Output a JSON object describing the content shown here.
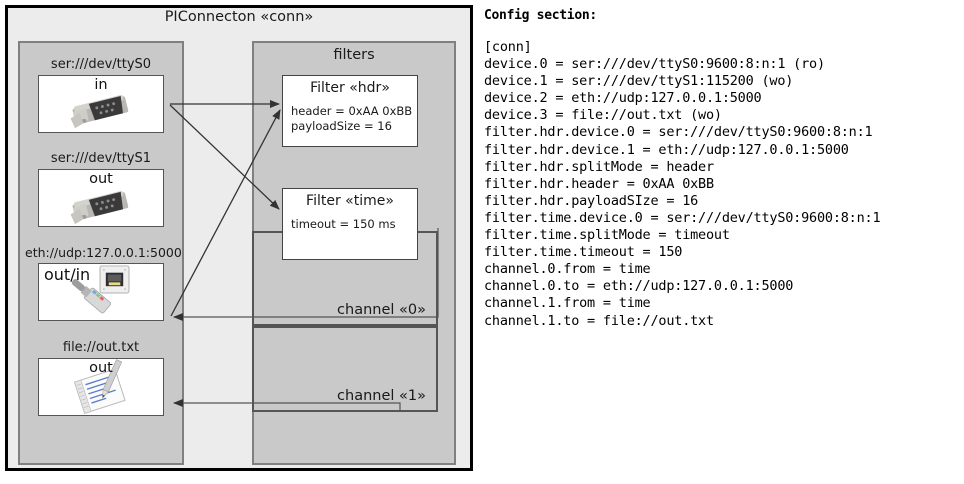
{
  "diagram": {
    "title": "PIConnecton «conn»",
    "devices_panel": {
      "name": "devices-panel",
      "items": [
        {
          "caption": "ser:///dev/ttyS0",
          "label": "in",
          "icon": "serial-port-icon"
        },
        {
          "caption": "ser:///dev/ttyS1",
          "label": "out",
          "icon": "serial-port-icon"
        },
        {
          "caption": "eth://udp:127.0.0.1:5000",
          "label": "out/in",
          "icon": "ethernet-jack-icon"
        },
        {
          "caption": "file://out.txt",
          "label": "out",
          "icon": "text-file-pencil-icon"
        }
      ]
    },
    "filters_panel": {
      "title": "filters",
      "filters": [
        {
          "title": "Filter «hdr»",
          "props": [
            "header = 0xAA 0xBB",
            "payloadSize = 16"
          ]
        },
        {
          "title": "Filter «time»",
          "props": [
            "timeout = 150 ms"
          ]
        }
      ]
    },
    "channels": [
      {
        "label": "channel «0»"
      },
      {
        "label": "channel «1»"
      }
    ]
  },
  "config": {
    "heading": "Config section:",
    "lines": [
      "[conn]",
      "device.0 = ser:///dev/ttyS0:9600:8:n:1 (ro)",
      "device.1 = ser:///dev/ttyS1:115200 (wo)",
      "device.2 = eth://udp:127.0.0.1:5000",
      "device.3 = file://out.txt (wo)",
      "filter.hdr.device.0 = ser:///dev/ttyS0:9600:8:n:1",
      "filter.hdr.device.1 = eth://udp:127.0.0.1:5000",
      "filter.hdr.splitMode = header",
      "filter.hdr.header = 0xAA 0xBB",
      "filter.hdr.payloadSIze = 16",
      "filter.time.device.0 = ser:///dev/ttyS0:9600:8:n:1",
      "filter.time.splitMode = timeout",
      "filter.time.timeout = 150",
      "channel.0.from = time",
      "channel.0.to = eth://udp:127.0.0.1:5000",
      "channel.1.from = time",
      "channel.1.to = file://out.txt"
    ]
  },
  "colors": {
    "outer_bg": "#ececec",
    "panel_bg": "#c9c9c9",
    "panel_border": "#808080",
    "card_bg": "#ffffff",
    "line": "#333333",
    "text": "#1a1a1a"
  }
}
